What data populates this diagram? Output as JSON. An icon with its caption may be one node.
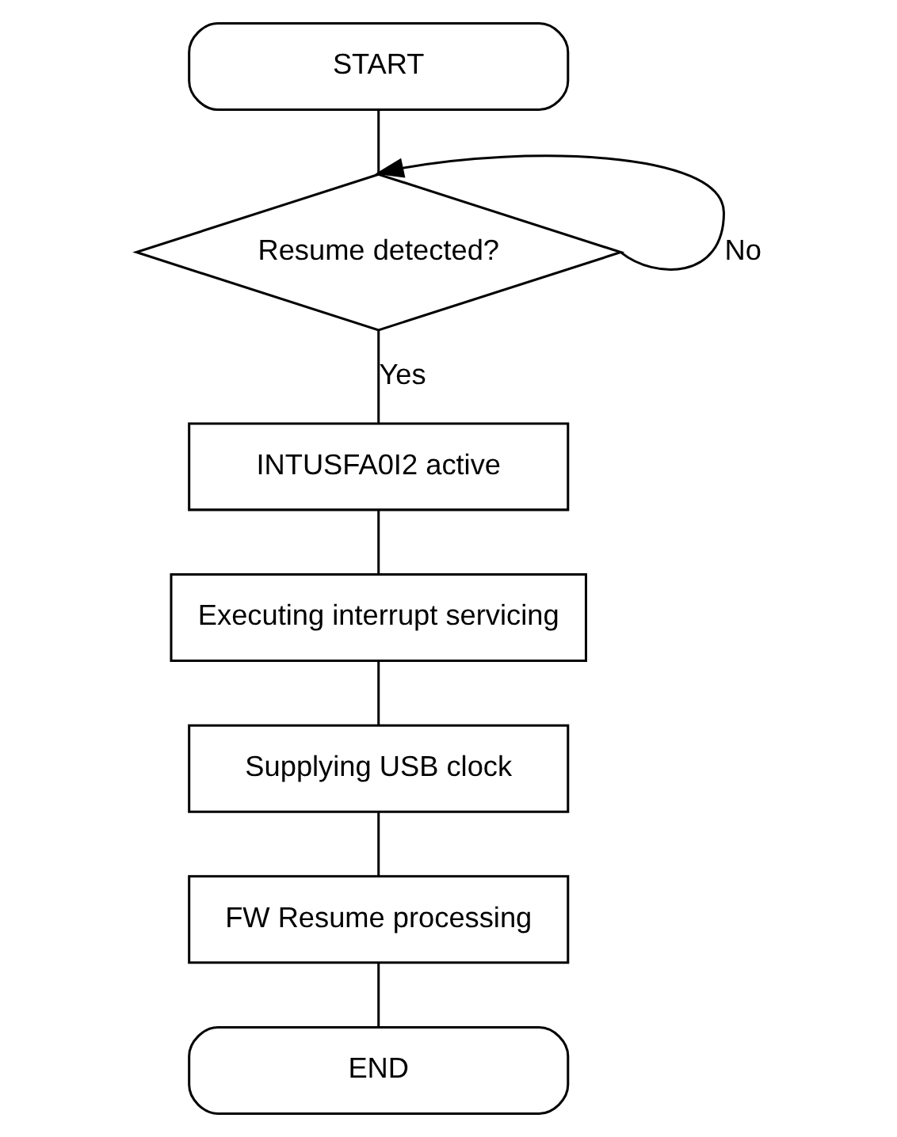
{
  "diagram": {
    "nodes": [
      {
        "text": [
          "START"
        ]
      },
      {
        "text": [
          "Resume detected?"
        ]
      },
      {
        "text": [
          "INTUSFA0I2 active"
        ]
      },
      {
        "text": [
          "Executing interrupt servicing"
        ]
      },
      {
        "text": [
          "Supplying USB clock"
        ]
      },
      {
        "text": [
          "FW Resume processing"
        ]
      },
      {
        "text": [
          "END"
        ]
      }
    ],
    "edges": [
      {
        "from": 0,
        "to": 1,
        "arrow": "none"
      },
      {
        "from": 1,
        "to": 1,
        "arrow": "to",
        "label": "No"
      },
      {
        "from": 1,
        "to": 2,
        "arrow": "none",
        "label": "Yes"
      },
      {
        "from": 2,
        "to": 3,
        "arrow": "none"
      },
      {
        "from": 3,
        "to": 4,
        "arrow": "none"
      },
      {
        "from": 4,
        "to": 5,
        "arrow": "none"
      },
      {
        "from": 5,
        "to": 6,
        "arrow": "none"
      }
    ]
  }
}
